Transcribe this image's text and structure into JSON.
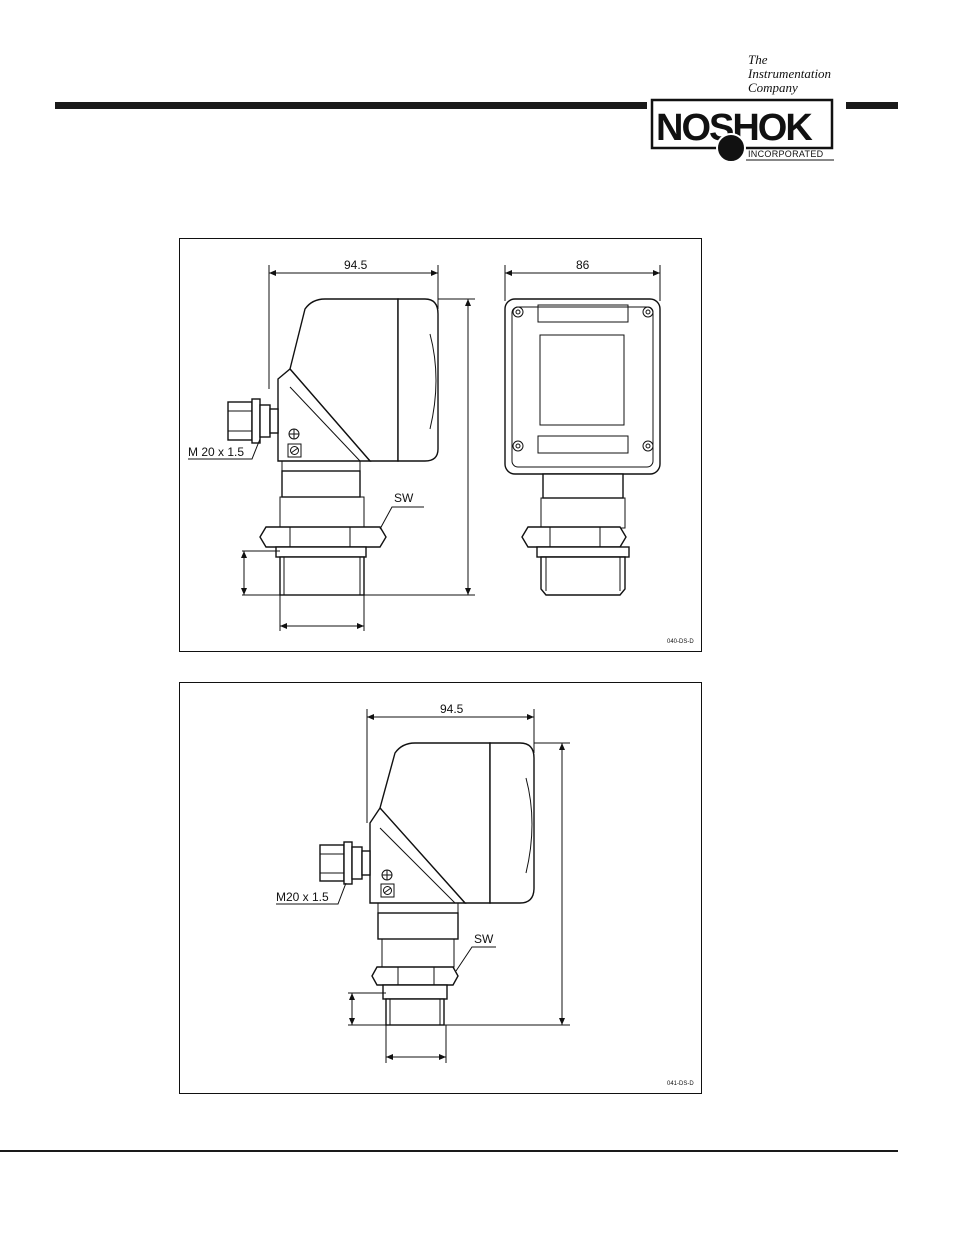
{
  "header": {
    "tagline": [
      "The",
      "Instrumentation",
      "Company"
    ],
    "logo": {
      "wordmark": "NOSHOK",
      "subtitle": "INCORPORATED"
    }
  },
  "drawing1": {
    "width_label": "94.5",
    "front_width_label": "86",
    "thread_label": "M 20 x 1.5",
    "wrench_label": "SW",
    "code": "040-DS-D"
  },
  "drawing2": {
    "width_label": "94.5",
    "thread_label": "M20 x 1.5",
    "wrench_label": "SW",
    "code": "041-DS-D"
  }
}
